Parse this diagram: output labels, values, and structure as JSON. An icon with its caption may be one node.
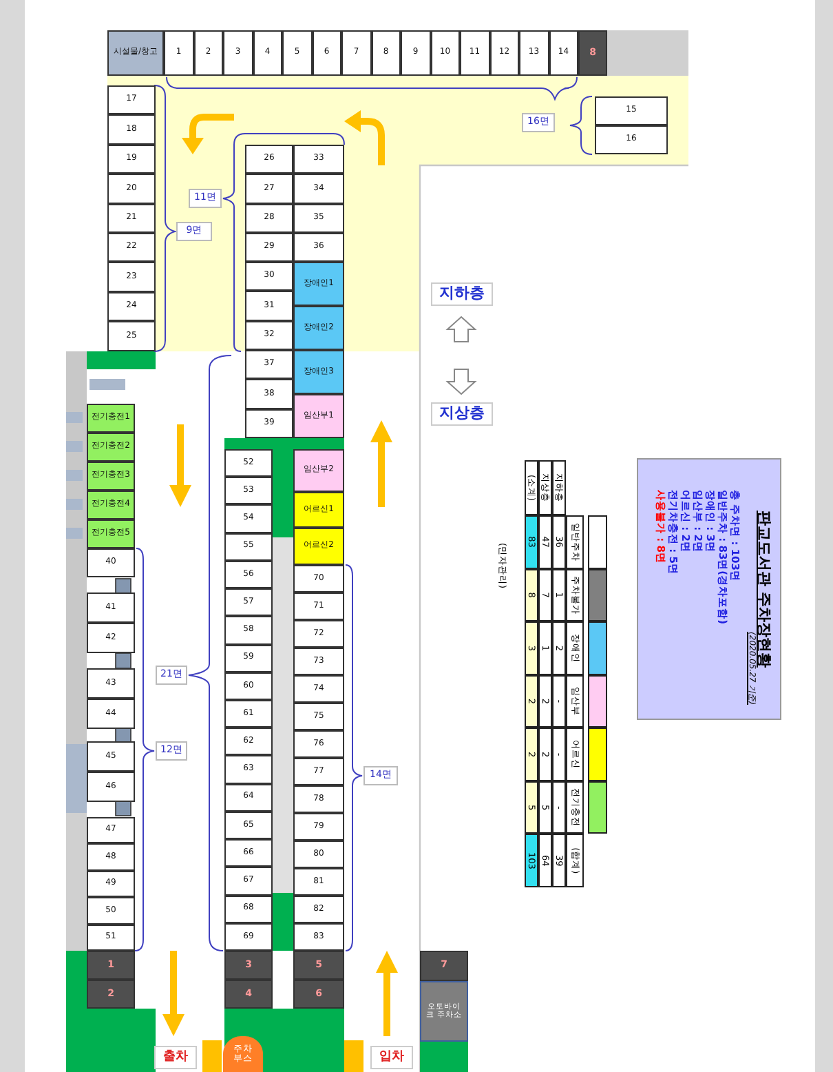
{
  "diagram": {
    "nodes": [
      {
        "text": [
          "시설물/창고"
        ]
      },
      {
        "text": [
          "1"
        ]
      },
      {
        "text": [
          "2"
        ]
      },
      {
        "text": [
          "3"
        ]
      },
      {
        "text": [
          "4"
        ]
      },
      {
        "text": [
          "5"
        ]
      },
      {
        "text": [
          "6"
        ]
      },
      {
        "text": [
          "7"
        ]
      },
      {
        "text": [
          "8"
        ]
      },
      {
        "text": [
          "9"
        ]
      },
      {
        "text": [
          "10"
        ]
      },
      {
        "text": [
          "11"
        ]
      },
      {
        "text": [
          "12"
        ]
      },
      {
        "text": [
          "13"
        ]
      },
      {
        "text": [
          "14"
        ]
      },
      {
        "text": [
          "8"
        ]
      },
      {
        "text": [
          "15"
        ]
      },
      {
        "text": [
          "16"
        ]
      },
      {
        "text": [
          "17"
        ]
      },
      {
        "text": [
          "18"
        ]
      },
      {
        "text": [
          "19"
        ]
      },
      {
        "text": [
          "20"
        ]
      },
      {
        "text": [
          "21"
        ]
      },
      {
        "text": [
          "22"
        ]
      },
      {
        "text": [
          "23"
        ]
      },
      {
        "text": [
          "24"
        ]
      },
      {
        "text": [
          "25"
        ]
      },
      {
        "text": [
          "26"
        ]
      },
      {
        "text": [
          "27"
        ]
      },
      {
        "text": [
          "28"
        ]
      },
      {
        "text": [
          "29"
        ]
      },
      {
        "text": [
          "30"
        ]
      },
      {
        "text": [
          "31"
        ]
      },
      {
        "text": [
          "32"
        ]
      },
      {
        "text": [
          "37"
        ]
      },
      {
        "text": [
          "38"
        ]
      },
      {
        "text": [
          "39"
        ]
      },
      {
        "text": [
          "33"
        ]
      },
      {
        "text": [
          "34"
        ]
      },
      {
        "text": [
          "35"
        ]
      },
      {
        "text": [
          "36"
        ]
      },
      {
        "text": [
          "장애인1"
        ]
      },
      {
        "text": [
          "장애인2"
        ]
      },
      {
        "text": [
          "장애인3"
        ]
      },
      {
        "text": [
          "임산부1"
        ]
      },
      {
        "text": [
          "전기충전1"
        ]
      },
      {
        "text": [
          "전기충전2"
        ]
      },
      {
        "text": [
          "전기충전3"
        ]
      },
      {
        "text": [
          "전기충전4"
        ]
      },
      {
        "text": [
          "전기충전5"
        ]
      },
      {
        "text": [
          "40"
        ]
      },
      {
        "text": [
          "41"
        ]
      },
      {
        "text": [
          "42"
        ]
      },
      {
        "text": [
          "43"
        ]
      },
      {
        "text": [
          "44"
        ]
      },
      {
        "text": [
          "45"
        ]
      },
      {
        "text": [
          "46"
        ]
      },
      {
        "text": [
          "47"
        ]
      },
      {
        "text": [
          "48"
        ]
      },
      {
        "text": [
          "49"
        ]
      },
      {
        "text": [
          "50"
        ]
      },
      {
        "text": [
          "51"
        ]
      },
      {
        "text": [
          "52"
        ]
      },
      {
        "text": [
          "53"
        ]
      },
      {
        "text": [
          "54"
        ]
      },
      {
        "text": [
          "55"
        ]
      },
      {
        "text": [
          "56"
        ]
      },
      {
        "text": [
          "57"
        ]
      },
      {
        "text": [
          "58"
        ]
      },
      {
        "text": [
          "59"
        ]
      },
      {
        "text": [
          "60"
        ]
      },
      {
        "text": [
          "61"
        ]
      },
      {
        "text": [
          "62"
        ]
      },
      {
        "text": [
          "63"
        ]
      },
      {
        "text": [
          "64"
        ]
      },
      {
        "text": [
          "65"
        ]
      },
      {
        "text": [
          "66"
        ]
      },
      {
        "text": [
          "67"
        ]
      },
      {
        "text": [
          "68"
        ]
      },
      {
        "text": [
          "69"
        ]
      },
      {
        "text": [
          "임산부2"
        ]
      },
      {
        "text": [
          "어르신1"
        ]
      },
      {
        "text": [
          "어르신2"
        ]
      },
      {
        "text": [
          "70"
        ]
      },
      {
        "text": [
          "71"
        ]
      },
      {
        "text": [
          "72"
        ]
      },
      {
        "text": [
          "73"
        ]
      },
      {
        "text": [
          "74"
        ]
      },
      {
        "text": [
          "75"
        ]
      },
      {
        "text": [
          "76"
        ]
      },
      {
        "text": [
          "77"
        ]
      },
      {
        "text": [
          "78"
        ]
      },
      {
        "text": [
          "79"
        ]
      },
      {
        "text": [
          "80"
        ]
      },
      {
        "text": [
          "81"
        ]
      },
      {
        "text": [
          "82"
        ]
      },
      {
        "text": [
          "83"
        ]
      },
      {
        "text": [
          "1"
        ]
      },
      {
        "text": [
          "2"
        ]
      },
      {
        "text": [
          "3"
        ]
      },
      {
        "text": [
          "4"
        ]
      },
      {
        "text": [
          "5"
        ]
      },
      {
        "text": [
          "6"
        ]
      },
      {
        "text": [
          "7"
        ]
      },
      {
        "text": [
          "오토바이크 주차소"
        ]
      },
      {
        "text": [
          "주차 부스"
        ]
      },
      {
        "text": [
          "16면"
        ]
      },
      {
        "text": [
          "9면"
        ]
      },
      {
        "text": [
          "11면"
        ]
      },
      {
        "text": [
          "21면"
        ]
      },
      {
        "text": [
          "12면"
        ]
      },
      {
        "text": [
          "14면"
        ]
      },
      {
        "text": [
          "지하층"
        ]
      },
      {
        "text": [
          "지상층"
        ]
      },
      {
        "text": [
          "출차"
        ]
      },
      {
        "text": [
          "입차"
        ]
      },
      {
        "text": [
          "판교도서관 주차장현황",
          "(2020.05.27 기준)",
          "총 주차면 : 103면",
          "일반주차 : 83면(경차포함)",
          "장애인 : 3면",
          "임산부 : 2면",
          "어르신 : 2면",
          "전기차충전 : 5면",
          "사용불가 : 8면"
        ]
      }
    ],
    "labels": [
      "일반주차",
      "주차불가",
      "장애인",
      "임산부",
      "어르신",
      "전기충전",
      "(합계)",
      "지하층",
      "36",
      "1",
      "2",
      "-",
      "-",
      "-",
      "39",
      "지상층",
      "47",
      "7",
      "1",
      "2",
      "2",
      "5",
      "64",
      "(소계)",
      "83",
      "8",
      "3",
      "2",
      "2",
      "5",
      "103",
      "(민자관리)"
    ]
  }
}
